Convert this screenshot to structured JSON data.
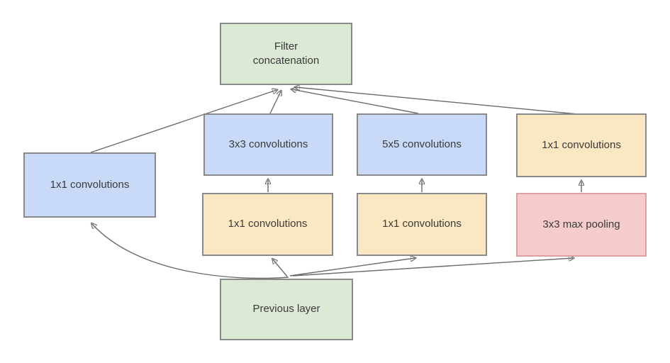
{
  "figure": {
    "description": "Inception module block diagram",
    "colors": {
      "node_green": "#dce9d4",
      "node_blue": "#c9daf8",
      "node_yellow": "#fbe7c2",
      "node_red": "#f5cbcb",
      "border_gray": "#8a8a8a",
      "border_red": "#dca0a0",
      "arrow": "#6a6a6a",
      "text": "#3a3a3a",
      "background": "#ffffff"
    },
    "nodes": [
      {
        "id": "filter-concatenation",
        "label": "Filter\nconcatenation",
        "fill": "#dce9d4"
      },
      {
        "id": "1x1-convolutions-left",
        "label": "1x1 convolutions",
        "fill": "#c9daf8"
      },
      {
        "id": "3x3-convolutions",
        "label": "3x3 convolutions",
        "fill": "#c9daf8"
      },
      {
        "id": "5x5-convolutions",
        "label": "5x5 convolutions",
        "fill": "#c9daf8"
      },
      {
        "id": "1x1-convolutions-right",
        "label": "1x1 convolutions",
        "fill": "#fbe7c2"
      },
      {
        "id": "1x1-convolutions-mid-a",
        "label": "1x1 convolutions",
        "fill": "#fbe7c2"
      },
      {
        "id": "1x1-convolutions-mid-b",
        "label": "1x1 convolutions",
        "fill": "#fbe7c2"
      },
      {
        "id": "3x3-max-pooling",
        "label": "3x3 max pooling",
        "fill": "#f5cbcb"
      },
      {
        "id": "previous-layer",
        "label": "Previous layer",
        "fill": "#dce9d4"
      }
    ],
    "edges": [
      {
        "from": "1x1-convolutions-left",
        "to": "filter-concatenation"
      },
      {
        "from": "3x3-convolutions",
        "to": "filter-concatenation"
      },
      {
        "from": "5x5-convolutions",
        "to": "filter-concatenation"
      },
      {
        "from": "1x1-convolutions-right",
        "to": "filter-concatenation"
      },
      {
        "from": "previous-layer",
        "to": "1x1-convolutions-left"
      },
      {
        "from": "previous-layer",
        "to": "1x1-convolutions-mid-a"
      },
      {
        "from": "previous-layer",
        "to": "1x1-convolutions-mid-b"
      },
      {
        "from": "previous-layer",
        "to": "3x3-max-pooling"
      },
      {
        "from": "1x1-convolutions-mid-a",
        "to": "3x3-convolutions"
      },
      {
        "from": "1x1-convolutions-mid-b",
        "to": "5x5-convolutions"
      },
      {
        "from": "3x3-max-pooling",
        "to": "1x1-convolutions-right"
      }
    ]
  }
}
